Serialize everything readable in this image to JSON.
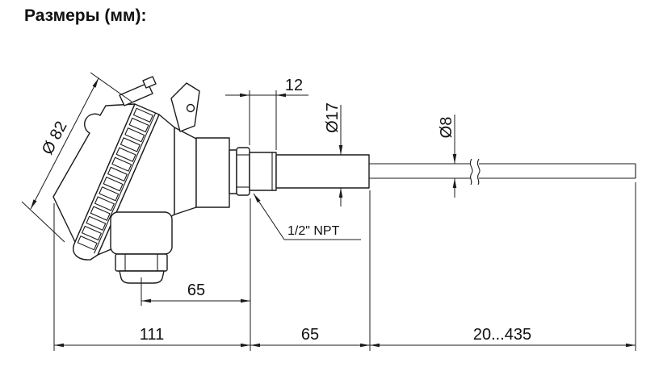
{
  "title": "Размеры (мм):",
  "dimensions": {
    "head_diameter": "Ø 82",
    "thread_length": "12",
    "sheath_diameter": "Ø17",
    "probe_diameter": "Ø8",
    "thread_type": "1/2\" NPT",
    "gland_to_thread": "65",
    "head_width": "111",
    "sheath_length": "65",
    "immersion_length": "20...435"
  }
}
